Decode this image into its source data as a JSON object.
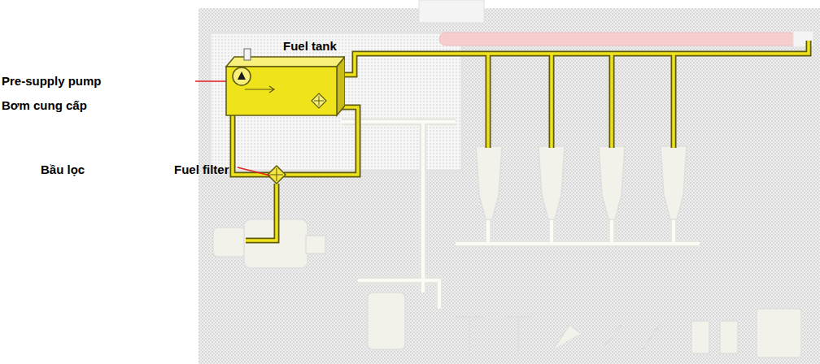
{
  "diagram": {
    "nodes": [
      {
        "text": [
          "Fuel tank"
        ]
      }
    ],
    "labels": [
      "Pre-supply pump",
      "Bơm cung cấp",
      "Bầu lọc",
      "Fuel filter"
    ]
  }
}
